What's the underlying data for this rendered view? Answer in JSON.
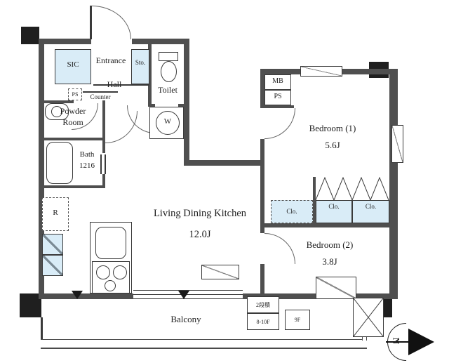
{
  "colors": {
    "wall": "#4f4f4f",
    "column": "#1f1f1f",
    "closet_fill": "#d9ecf7"
  },
  "labels": {
    "sic": "SIC",
    "entrance": "Entrance",
    "sto": "Sto.",
    "hall": "Hall",
    "ps_hall": "PS",
    "counter": "Counter",
    "toilet": "Toilet",
    "powder_line1": "Powder",
    "powder_line2": "Room",
    "washer": "W",
    "bath": "Bath",
    "bath_size": "1216",
    "mb": "MB",
    "ps_right": "PS",
    "bedroom1": "Bedroom (1)",
    "bedroom1_size": "5.6J",
    "clo_left": "Clo.",
    "clo_mid": "Clo.",
    "clo_right": "Clo.",
    "bedroom2": "Bedroom (2)",
    "bedroom2_size": "3.8J",
    "ldk": "Living Dining Kitchen",
    "ldk_size": "12.0J",
    "fridge": "R",
    "balcony": "Balcony",
    "ac_note": "2段積",
    "ac_floors_a": "8-10F",
    "ac_floors_b": "9F",
    "north": "N"
  }
}
